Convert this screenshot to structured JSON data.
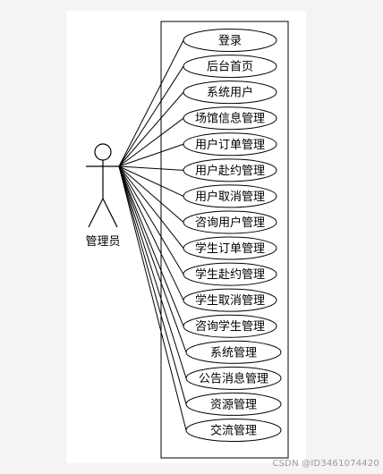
{
  "diagram": {
    "actor": {
      "label": "管理员"
    },
    "use_cases": [
      "登录",
      "后台首页",
      "系统用户",
      "场馆信息管理",
      "用户订单管理",
      "用户赴约管理",
      "用户取消管理",
      "咨询用户管理",
      "学生订单管理",
      "学生赴约管理",
      "学生取消管理",
      "咨询学生管理",
      "系统管理",
      "公告消息管理",
      "资源管理",
      "交流管理"
    ]
  },
  "watermark": "CSDN @ID3461074420",
  "colors": {
    "background": "#f4f4f4",
    "paper": "#ffffff",
    "stroke": "#000000",
    "watermark": "#9a9a9a"
  }
}
